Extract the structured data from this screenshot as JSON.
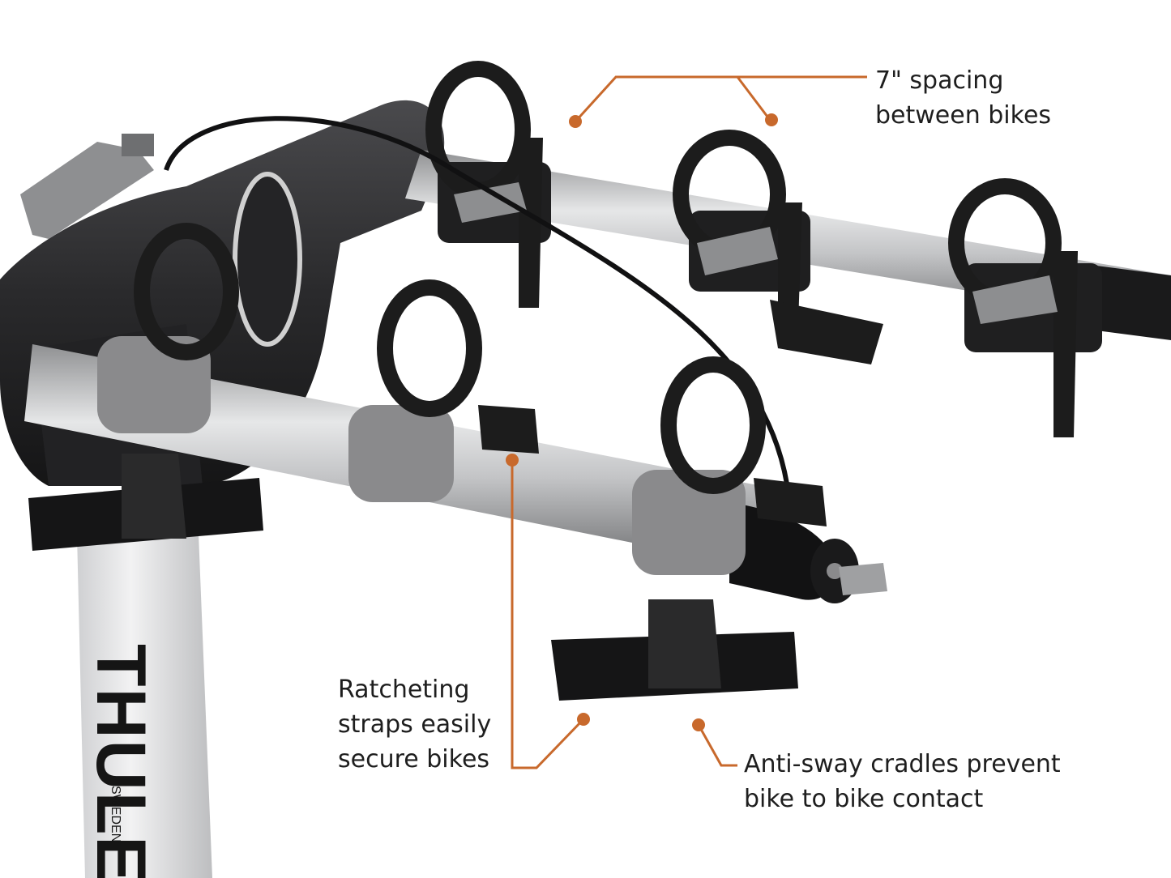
{
  "brand": {
    "logo_text": "THULE",
    "logo_subtext": "SWEDEN"
  },
  "callouts": {
    "spacing": "7\" spacing\nbetween bikes",
    "straps": "Ratcheting\nstraps easily\nsecure bikes",
    "cradles": "Anti-sway cradles prevent\nbike to bike contact"
  },
  "colors": {
    "leader_line": "#c8692c",
    "background": "#ffffff",
    "frame_dark": "#2a2a2c",
    "arm_silver": "#b9babc",
    "strap_black": "#1c1c1c",
    "cradle_grey": "#8a8a8c",
    "mast_white": "#e8e8e8"
  }
}
